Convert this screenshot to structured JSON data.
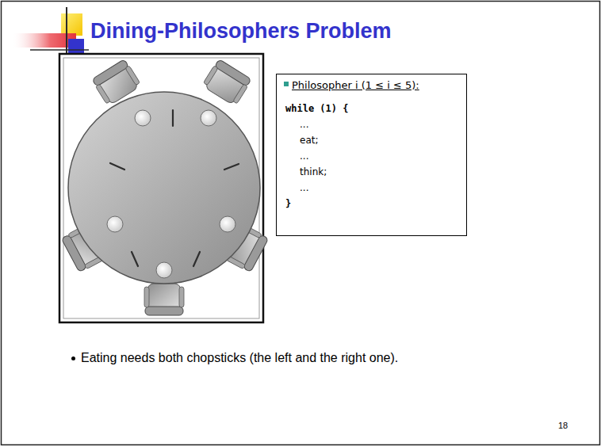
{
  "diagram": {
    "title": "Dining-Philosophers Problem",
    "nodes": [
      {
        "text": [
          "Philosopher i (1 ≤ i ≤ 5):",
          "while (1) {",
          "...",
          "eat;",
          "...",
          "think;",
          "...",
          "}"
        ]
      }
    ],
    "labels": [
      "Eating needs both chopsticks (the left and the right one).",
      "18"
    ]
  }
}
